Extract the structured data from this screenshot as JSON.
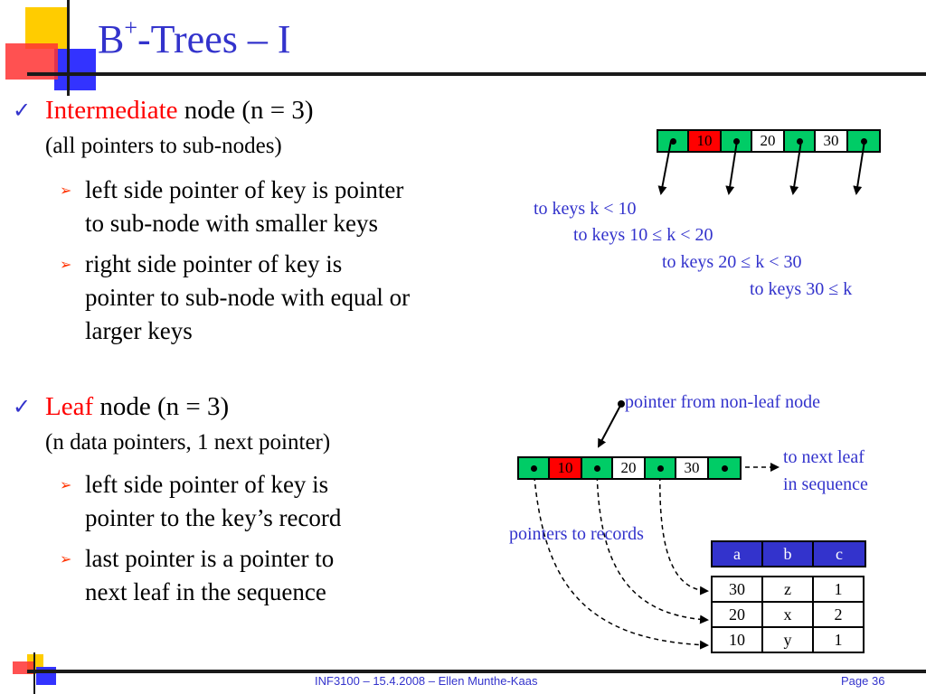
{
  "title": {
    "prefix": "B",
    "sup": "+",
    "suffix": "-Trees – I"
  },
  "section1": {
    "heading_red": "Intermediate",
    "heading_rest": " node (n = 3)",
    "sub": "(all pointers to sub-nodes)",
    "bullets": [
      [
        "left side pointer of key is pointer",
        "to sub-node with smaller keys"
      ],
      [
        "right side pointer of key is",
        "pointer to sub-node with equal or",
        "larger keys"
      ]
    ]
  },
  "section2": {
    "heading_red": "Leaf",
    "heading_rest": " node (n = 3)",
    "sub": "(n data pointers, 1 next pointer)",
    "bullets": [
      [
        "left side pointer of key is",
        "pointer to the key’s record"
      ],
      [
        "last pointer is a pointer to",
        "next leaf in the sequence"
      ]
    ]
  },
  "diagram1": {
    "keys": [
      "10",
      "20",
      "30"
    ],
    "labels": [
      "to keys k < 10",
      "to keys 10 ≤ k < 20",
      "to keys 20 ≤ k < 30",
      "to keys 30 ≤ k"
    ]
  },
  "diagram2": {
    "keys": [
      "10",
      "20",
      "30"
    ],
    "pointer_from_label": "pointer from non-leaf node",
    "next_leaf_label": [
      "to next leaf",
      "in sequence"
    ],
    "records_label": "pointers to records",
    "table_header": [
      "a",
      "b",
      "c"
    ],
    "table_rows": [
      [
        "30",
        "z",
        "1"
      ],
      [
        "20",
        "x",
        "2"
      ],
      [
        "10",
        "y",
        "1"
      ]
    ]
  },
  "footer": {
    "center": "INF3100 – 15.4.2008 – Ellen Munthe-Kaas",
    "right": "Page 36"
  },
  "colors": {
    "accent": "#3333cc",
    "highlight": "#ff0000",
    "pointer_cell": "#00cc66"
  }
}
